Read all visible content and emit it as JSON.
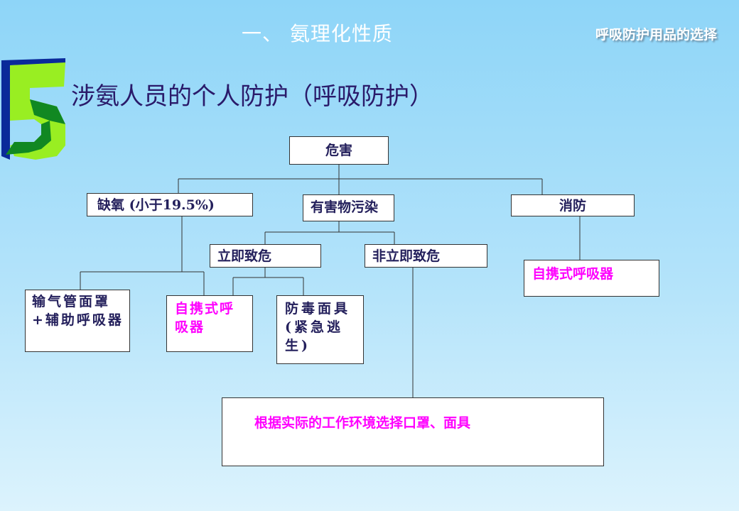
{
  "header": {
    "section_title": "一、 氨理化性质",
    "corner_title": "呼吸防护用品的选择",
    "number_graphic": "5",
    "heading": "涉氨人员的个人防护（呼吸防护）"
  },
  "diagram": {
    "root": "危害",
    "hypoxia": "缺氧 (小于19.5%)",
    "contamination": "有害物污染",
    "fire": "消防",
    "immediate": "立即致危",
    "non_immediate": "非立即致危",
    "scba_fire": "自携式呼吸器",
    "airline": "输气管面罩+辅助呼吸器",
    "scba_mid": "自携式呼吸器",
    "gas_mask": "防毒面具(紧急逃生)",
    "note": "根据实际的工作环境选择口罩、面具"
  },
  "colors": {
    "text": "#24205c",
    "highlight": "#ff00ff"
  }
}
